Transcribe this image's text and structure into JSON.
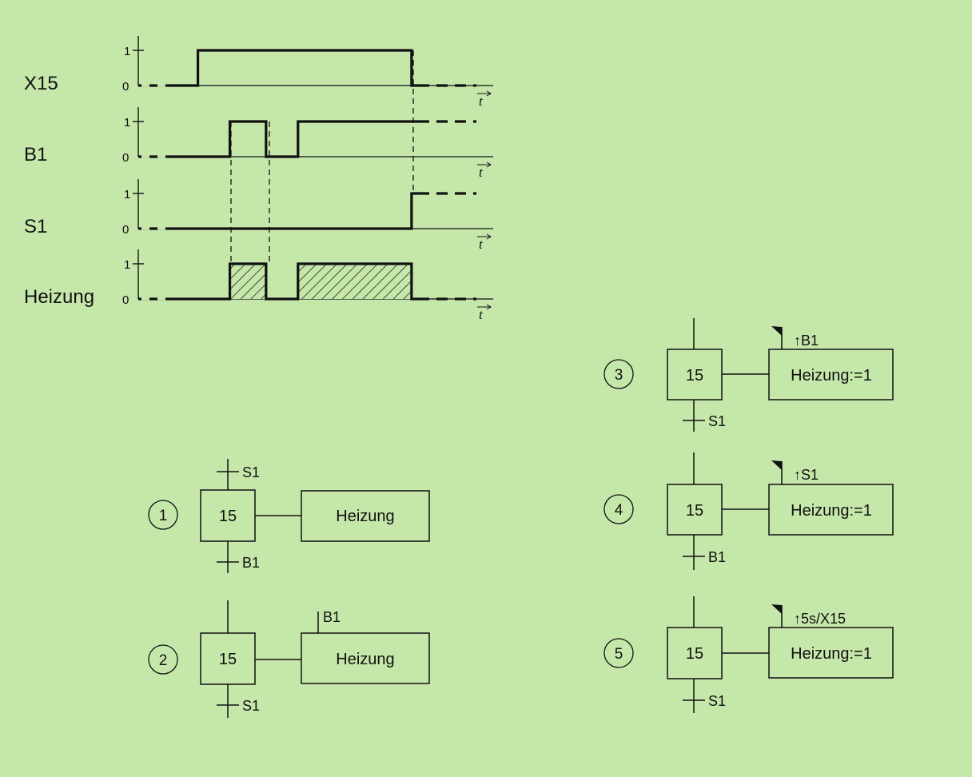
{
  "timing": {
    "t_label": "t",
    "tick_one": "1",
    "tick_zero": "0",
    "signals": [
      {
        "label": "X15",
        "segments": [
          [
            0,
            0
          ],
          [
            0.168,
            1
          ],
          [
            0.77,
            0
          ]
        ],
        "dashed_end": true
      },
      {
        "label": "B1",
        "segments": [
          [
            0,
            0
          ],
          [
            0.258,
            1
          ],
          [
            0.36,
            0
          ],
          [
            0.45,
            1
          ]
        ],
        "dashed_end": true
      },
      {
        "label": "S1",
        "segments": [
          [
            0,
            0
          ],
          [
            0.77,
            1
          ]
        ],
        "dashed_end": true
      },
      {
        "label": "Heizung",
        "segments": [
          [
            0,
            0
          ],
          [
            0.258,
            1
          ],
          [
            0.36,
            0
          ],
          [
            0.45,
            1
          ],
          [
            0.77,
            0
          ]
        ],
        "dashed_end": true,
        "hatched": true
      }
    ]
  },
  "variants": [
    {
      "number": "1",
      "step": "15",
      "action": "Heizung",
      "above": "S1",
      "below": "B1",
      "action_cond": "",
      "flag": false
    },
    {
      "number": "2",
      "step": "15",
      "action": "Heizung",
      "above": "",
      "below": "S1",
      "action_cond": "B1",
      "flag": false
    },
    {
      "number": "3",
      "step": "15",
      "action": "Heizung:=1",
      "above": "",
      "below": "S1",
      "action_cond": "↑B1",
      "flag": true
    },
    {
      "number": "4",
      "step": "15",
      "action": "Heizung:=1",
      "above": "",
      "below": "B1",
      "action_cond": "↑S1",
      "flag": true
    },
    {
      "number": "5",
      "step": "15",
      "action": "Heizung:=1",
      "above": "",
      "below": "S1",
      "action_cond": "↑5s/X15",
      "flag": true
    }
  ]
}
